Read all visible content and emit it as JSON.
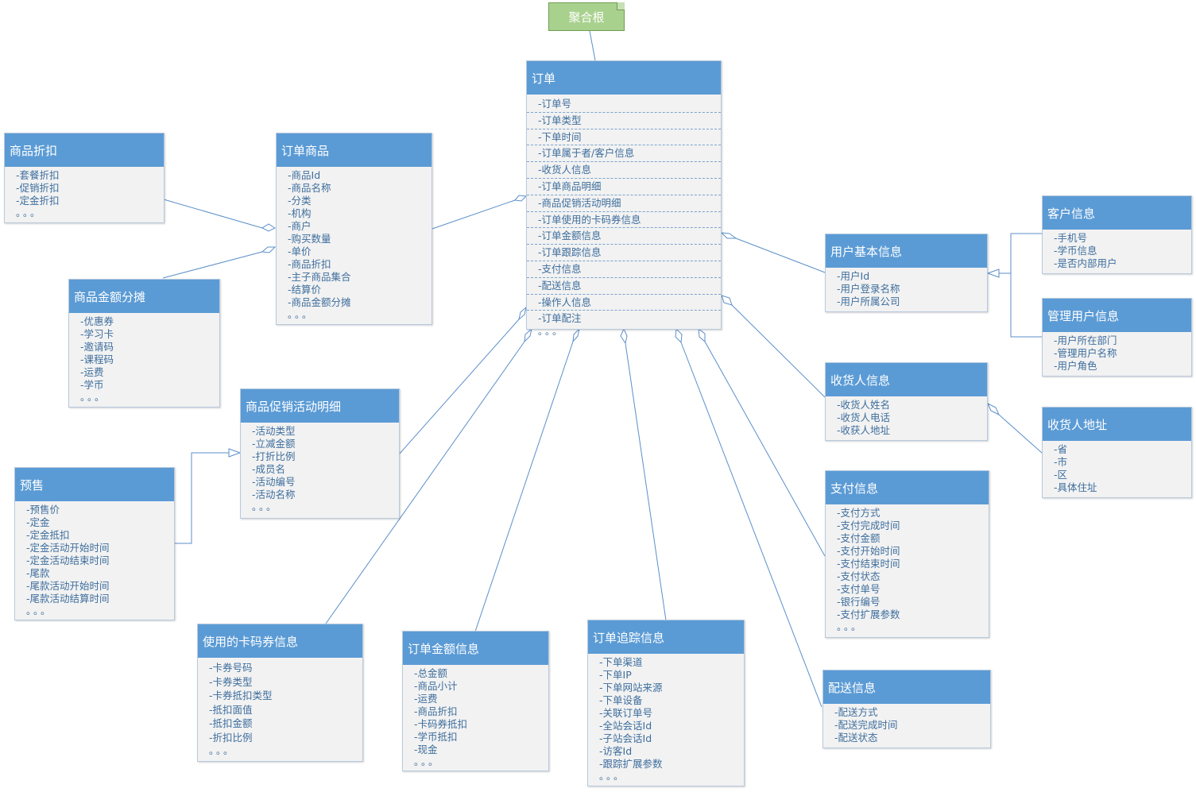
{
  "note": {
    "label": "聚合根"
  },
  "classes": {
    "order": {
      "title": "订单",
      "attrs": [
        "-订单号",
        "-订单类型",
        "-下单时间",
        "-订单属于者/客户信息",
        "-收货人信息",
        "-订单商品明细",
        "-商品促销活动明细",
        "-订单使用的卡码券信息",
        "-订单金额信息",
        "-订单跟踪信息",
        "-支付信息",
        "-配送信息",
        "-操作人信息",
        "-订单配注"
      ],
      "more": "。。。"
    },
    "order_goods": {
      "title": "订单商品",
      "attrs": [
        "-商品Id",
        "-商品名称",
        "-分类",
        "-机构",
        "-商户",
        "-购买数量",
        "-单价",
        "-商品折扣",
        "-主子商品集合",
        "-结算价",
        "-商品金额分摊"
      ],
      "more": "。。。"
    },
    "goods_discount": {
      "title": "商品折扣",
      "attrs": [
        "-套餐折扣",
        "-促销折扣",
        "-定金折扣"
      ],
      "more": "。。。"
    },
    "amount_split": {
      "title": "商品金额分摊",
      "attrs": [
        "-优惠券",
        "-学习卡",
        "-邀请码",
        "-课程码",
        "-运费",
        "-学币"
      ],
      "more": "。。。"
    },
    "promo_detail": {
      "title": "商品促销活动明细",
      "attrs": [
        "-活动类型",
        "-立减金额",
        "-打折比例",
        "-成员名",
        "-活动编号",
        "-活动名称"
      ],
      "more": "。。。"
    },
    "presale": {
      "title": "预售",
      "attrs": [
        "-预售价",
        "-定金",
        "-定金抵扣",
        "-定金活动开始时间",
        "-定金活动结束时间",
        "-尾款",
        "-尾款活动开始时间",
        "-尾款活动结算时间"
      ],
      "more": "。。。"
    },
    "coupon_info": {
      "title": "使用的卡码券信息",
      "attrs": [
        "-卡券号码",
        "-卡券类型",
        "-卡券抵扣类型",
        "-抵扣面值",
        "-抵扣金额",
        "-折扣比例"
      ],
      "more": "。。。"
    },
    "amount_info": {
      "title": "订单金额信息",
      "attrs": [
        "-总金额",
        "-商品小计",
        "-运费",
        "-商品折扣",
        "-卡码券抵扣",
        "-学币抵扣",
        "-现金"
      ],
      "more": "。。。"
    },
    "tracking_info": {
      "title": "订单追踪信息",
      "attrs": [
        "-下单渠道",
        "-下单IP",
        "-下单网站来源",
        "-下单设备",
        "-关联订单号",
        "-全站会话Id",
        "-子站会话Id",
        "-访客Id",
        "-跟踪扩展参数"
      ],
      "more": "。。。"
    },
    "user_basic": {
      "title": "用户基本信息",
      "attrs": [
        "-用户Id",
        "-用户登录名称",
        "-用户所属公司"
      ],
      "more": ""
    },
    "customer_info": {
      "title": "客户信息",
      "attrs": [
        "-手机号",
        "-学币信息",
        "-是否内部用户"
      ],
      "more": ""
    },
    "admin_info": {
      "title": "管理用户信息",
      "attrs": [
        "-用户所在部门",
        "-管理用户名称",
        "-用户角色"
      ],
      "more": ""
    },
    "consignee_info": {
      "title": "收货人信息",
      "attrs": [
        "-收货人姓名",
        "-收货人电话",
        "-收获人地址"
      ],
      "more": ""
    },
    "consignee_addr": {
      "title": "收货人地址",
      "attrs": [
        "-省",
        "-市",
        "-区",
        "-具体住址"
      ],
      "more": ""
    },
    "payment_info": {
      "title": "支付信息",
      "attrs": [
        "-支付方式",
        "-支付完成时间",
        "-支付金额",
        "-支付开始时间",
        "-支付结束时间",
        "-支付状态",
        "-支付单号",
        "-银行编号",
        "-支付扩展参数"
      ],
      "more": "。。。"
    },
    "delivery_info": {
      "title": "配送信息",
      "attrs": [
        "-配送方式",
        "-配送完成时间",
        "-配送状态"
      ],
      "more": ""
    }
  },
  "colors": {
    "header": "#5b9bd5",
    "body": "#f2f2f2",
    "text": "#3e6e9d",
    "line": "#5b8fc9",
    "note": "#a9d18e"
  }
}
